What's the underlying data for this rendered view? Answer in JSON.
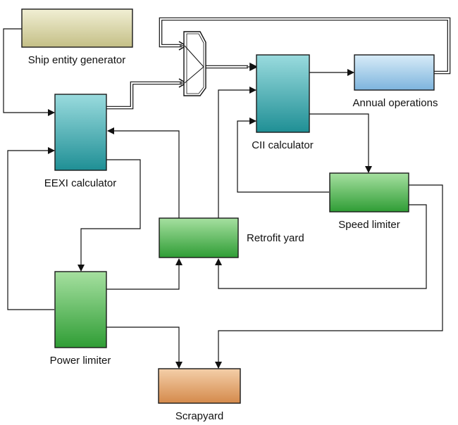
{
  "blocks": {
    "ship_entity_generator": "Ship entity generator",
    "eexi_calculator": "EEXI calculator",
    "cii_calculator": "CII calculator",
    "annual_operations": "Annual operations",
    "speed_limiter": "Speed limiter",
    "retrofit_yard": "Retrofit yard",
    "power_limiter": "Power limiter",
    "scrapyard": "Scrapyard"
  },
  "colors": {
    "olive": "#ddd9aa",
    "teal": "#55b8bd",
    "blue": "#a9cde8",
    "green": "#5cba5c",
    "orange": "#e4a46f",
    "stroke": "#111111"
  }
}
